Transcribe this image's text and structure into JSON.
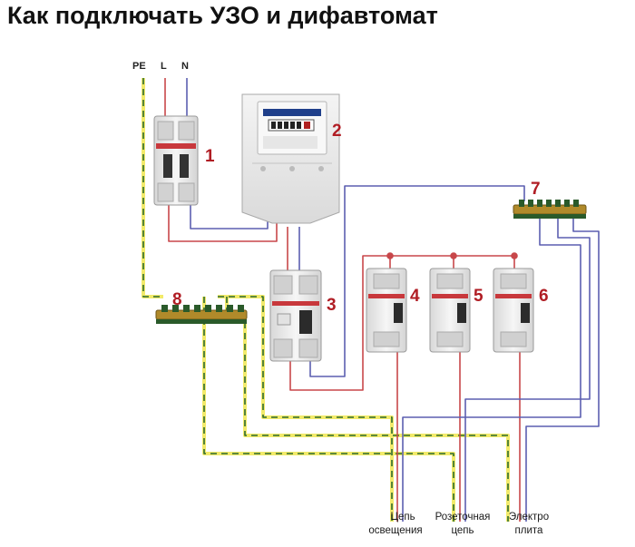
{
  "title": "Как подключать УЗО и дифавтомат",
  "wire_labels": {
    "pe": "PE",
    "l": "L",
    "n": "N"
  },
  "numbers": [
    "1",
    "2",
    "3",
    "4",
    "5",
    "6",
    "7",
    "8"
  ],
  "captions": {
    "lighting": [
      "Цепь",
      "освещения"
    ],
    "socket": [
      "Розеточная",
      "цепь"
    ],
    "stove": [
      "Электро",
      "плита"
    ]
  },
  "colors": {
    "phase": "#c8474a",
    "neutral": "#5b5fb0",
    "pe_yellow": "#f2ea6a",
    "pe_green": "#2e6b2e",
    "device_body": "#ececec",
    "bus_bar": "#b08a2a",
    "label_red": "#b01d24"
  }
}
